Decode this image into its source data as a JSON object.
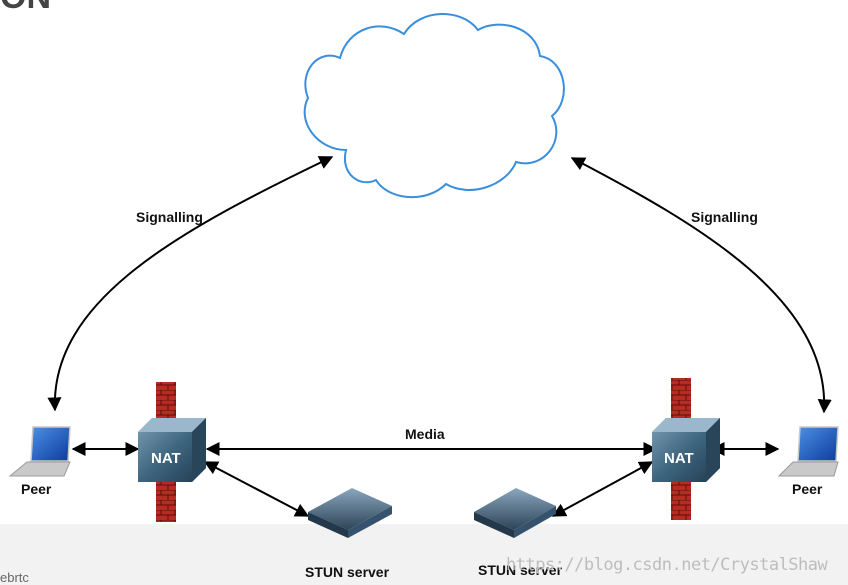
{
  "header": {
    "title_fragment": "ON"
  },
  "footer": {
    "caption_fragment": "ebrtc"
  },
  "watermark": {
    "text": "https://blog.csdn.net/CrystalShaw"
  },
  "labels": {
    "signalling_left": "Signalling",
    "signalling_right": "Signalling",
    "media": "Media",
    "peer_left": "Peer",
    "peer_right": "Peer",
    "nat_left": "NAT",
    "nat_right": "NAT",
    "stun_left": "STUN server",
    "stun_right": "STUN server"
  },
  "colors": {
    "cloud_stroke": "#3a8fdc",
    "brick": "#b82a22",
    "nat_body": "#3f6680",
    "stun_body": "#4b6a86",
    "arrow": "#000000"
  }
}
